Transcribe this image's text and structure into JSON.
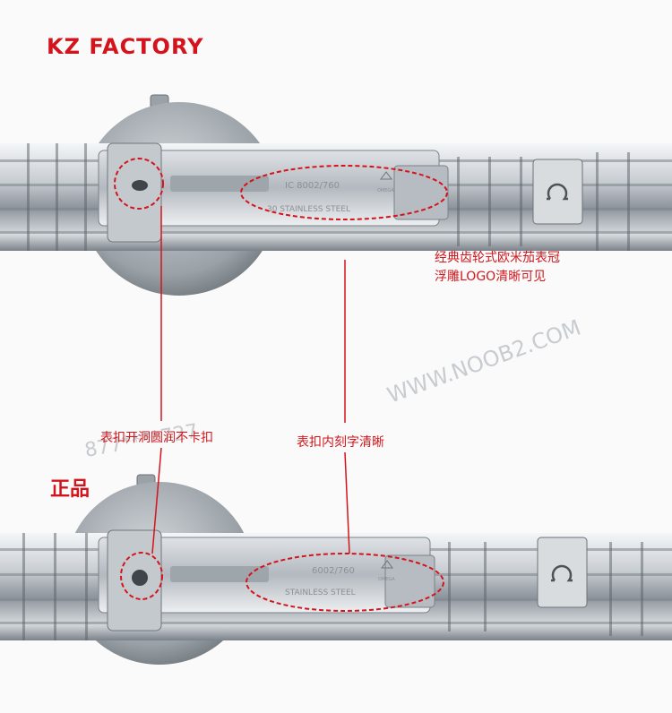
{
  "brand_title": "KZ FACTORY",
  "genuine_label": "正品",
  "annotations": {
    "logo_line1": "经典齿轮式欧米茄表冠",
    "logo_line2": "浮雕LOGO清晰可见",
    "clasp_hole": "表扣开洞圆润不卡扣",
    "engraving": "表扣内刻字清晰"
  },
  "engraving_top": {
    "ref": "IC  8002/760",
    "material": "30  STAINLESS  STEEL",
    "stamp": "OMEGA"
  },
  "engraving_bottom": {
    "ref": "6002/760",
    "material": "STAINLESS  STEEL",
    "stamp": "OMEGA"
  },
  "watermarks": {
    "site": "WWW.NOOB2.COM",
    "number": "877****727"
  },
  "colors": {
    "annotation_red": "#d4141c",
    "steel_light": "#e8ebee",
    "steel_dark": "#6d747b",
    "background": "#fafafa"
  },
  "icons": [
    "omega-logo-icon"
  ]
}
